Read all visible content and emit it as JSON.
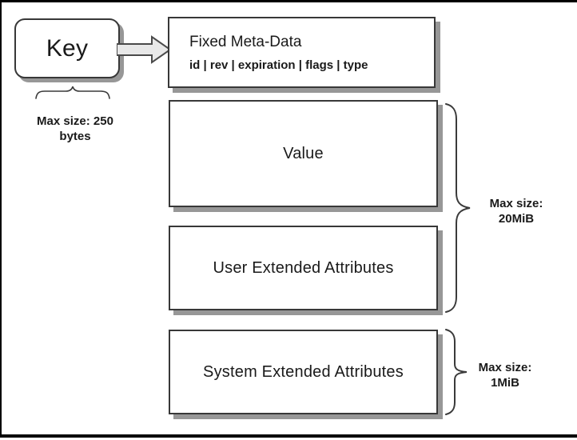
{
  "diagram": {
    "key_box": {
      "label": "Key"
    },
    "key_note": {
      "line1": "Max size: 250",
      "line2": "bytes"
    },
    "fixed_meta_box": {
      "title": "Fixed Meta-Data",
      "fields": "id | rev | expiration | flags | type"
    },
    "value_box": {
      "label": "Value"
    },
    "user_xattr_box": {
      "label": "User Extended Attributes"
    },
    "system_xattr_box": {
      "label": "System Extended Attributes"
    },
    "value_note": {
      "line1": "Max size:",
      "line2": "20MiB"
    },
    "system_note": {
      "line1": "Max size:",
      "line2": "1MiB"
    },
    "icons": {
      "arrow": "right-block-arrow",
      "key_brace": "upward-curly-brace",
      "value_brace": "right-curly-brace",
      "system_brace": "right-curly-brace"
    },
    "colors": {
      "box_border": "#383838",
      "box_fill": "#ffffff",
      "shadow": "#979797",
      "arrow_fill": "#e8e8e8",
      "arrow_stroke": "#4a4a4a",
      "brace_stroke": "#3a3a3a",
      "text": "#1a1a1a",
      "frame": "#000000"
    }
  }
}
